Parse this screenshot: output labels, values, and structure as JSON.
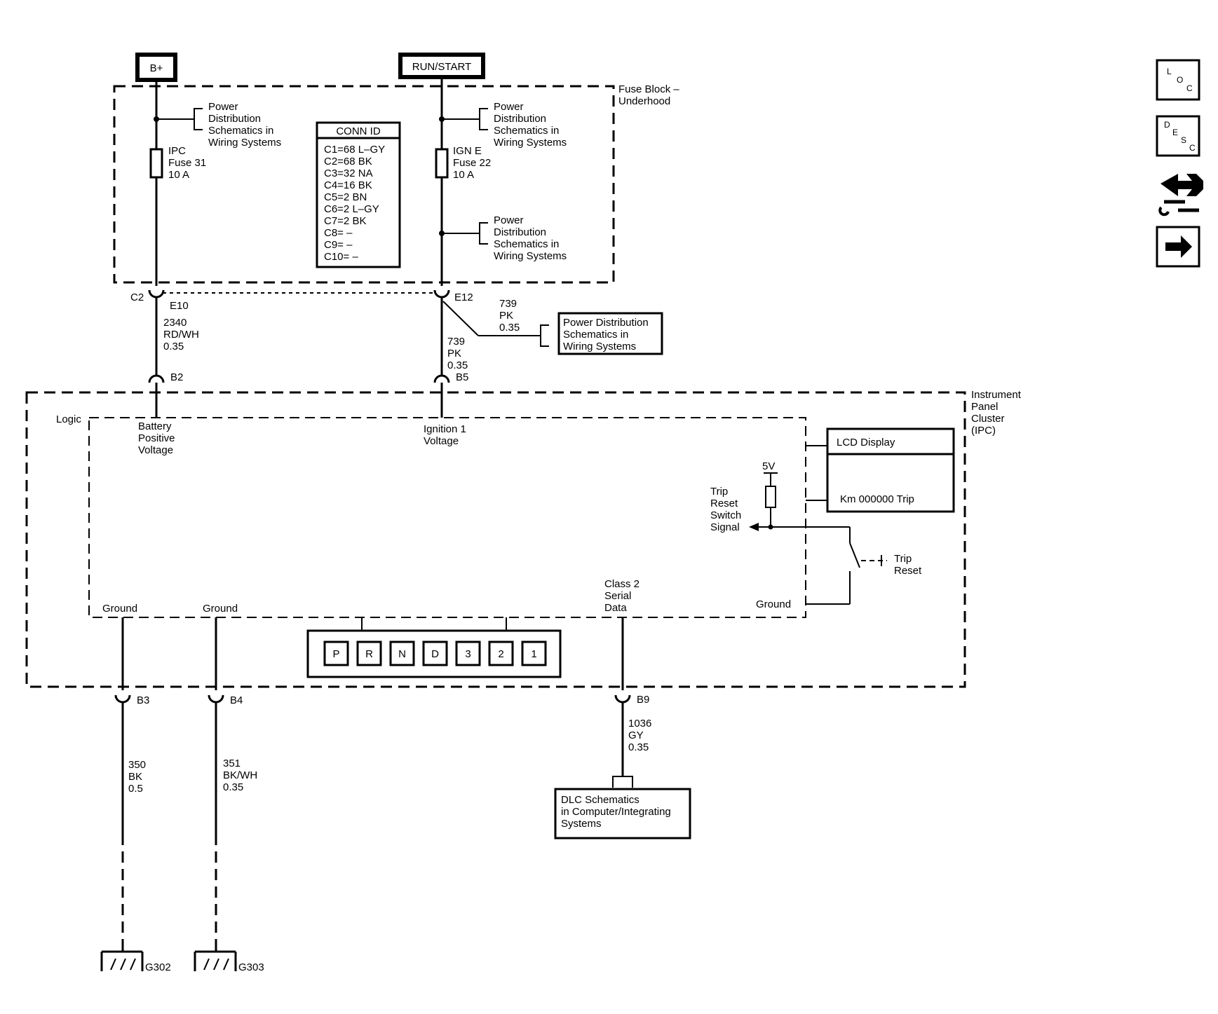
{
  "terminals": {
    "bplus": "B+",
    "run_start": "RUN/START"
  },
  "fuse_block": {
    "title_line1": "Fuse Block –",
    "title_line2": "Underhood"
  },
  "pd_ref": {
    "line1": "Power",
    "line2": "Distribution",
    "line3": "Schematics in",
    "line4": "Wiring Systems"
  },
  "fuse_ipc": {
    "line1": "IPC",
    "line2": "Fuse 31",
    "line3": "10 A"
  },
  "fuse_ign": {
    "line1": "IGN E",
    "line2": "Fuse 22",
    "line3": "10 A"
  },
  "conn_id": {
    "title": "CONN ID",
    "rows": [
      "C1=68 L–GY",
      "C2=68 BK",
      "C3=32 NA",
      "C4=16 BK",
      "C5=2 BN",
      "C6=2 L–GY",
      "C7=2 BK",
      "C8= –",
      "C9= –",
      "C10= –"
    ]
  },
  "connectors": {
    "c2": "C2",
    "e10": "E10",
    "e12": "E12",
    "b2": "B2",
    "b5": "B5",
    "b3": "B3",
    "b4": "B4",
    "b9": "B9"
  },
  "wires": {
    "w2340": {
      "circuit": "2340",
      "color": "RD/WH",
      "size": "0.35"
    },
    "w739_branch": {
      "circuit": "739",
      "color": "PK",
      "size": "0.35"
    },
    "w739": {
      "circuit": "739",
      "color": "PK",
      "size": "0.35"
    },
    "w350": {
      "circuit": "350",
      "color": "BK",
      "size": "0.5"
    },
    "w351": {
      "circuit": "351",
      "color": "BK/WH",
      "size": "0.35"
    },
    "w1036": {
      "circuit": "1036",
      "color": "GY",
      "size": "0.35"
    }
  },
  "pd_box": {
    "line1": "Power Distribution",
    "line2": "Schematics in",
    "line3": "Wiring Systems"
  },
  "ipc": {
    "line1": "Instrument",
    "line2": "Panel",
    "line3": "Cluster",
    "line4": "(IPC)"
  },
  "logic": {
    "label": "Logic",
    "battery": {
      "line1": "Battery",
      "line2": "Positive",
      "line3": "Voltage"
    },
    "ignition": {
      "line1": "Ignition 1",
      "line2": "Voltage"
    },
    "ground": "Ground",
    "class2": {
      "line1": "Class 2",
      "line2": "Serial",
      "line3": "Data"
    }
  },
  "lcd": {
    "title": "LCD Display",
    "reading": "Km 000000 Trip"
  },
  "trip_switch": {
    "supply": "5V",
    "signal": {
      "line1": "Trip",
      "line2": "Reset",
      "line3": "Switch",
      "line4": "Signal"
    },
    "ground": "Ground",
    "label": {
      "line1": "Trip",
      "line2": "Reset"
    }
  },
  "prnd": [
    "P",
    "R",
    "N",
    "D",
    "3",
    "2",
    "1"
  ],
  "dlc": {
    "line1": "DLC Schematics",
    "line2": "in Computer/Integrating",
    "line3": "Systems"
  },
  "grounds": {
    "g302": "G302",
    "g303": "G303"
  },
  "side_buttons": {
    "loc": [
      "L",
      "O",
      "C"
    ],
    "desc": [
      "D",
      "E",
      "S",
      "C"
    ]
  }
}
